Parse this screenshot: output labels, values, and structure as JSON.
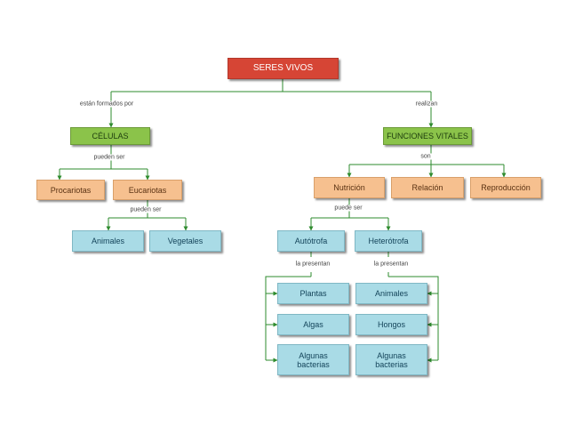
{
  "nodes": {
    "seres_vivos": "SERES VIVOS",
    "celulas": "CÉLULAS",
    "funciones_vitales": "FUNCIONES VITALES",
    "procariotas": "Procariotas",
    "eucariotas": "Eucariotas",
    "animales_cel": "Animales",
    "vegetales": "Vegetales",
    "nutricion": "Nutrición",
    "relacion": "Relación",
    "reproduccion": "Reproducción",
    "autotrofa": "Autótrofa",
    "heterotrofa": "Heterótrofa",
    "plantas": "Plantas",
    "algas": "Algas",
    "algunas_bacterias_auto": "Algunas bacterias",
    "animales_het": "Animales",
    "hongos": "Hongos",
    "algunas_bacterias_het": "Algunas bacterias"
  },
  "links": {
    "estan_formados_por": "están formados por",
    "realizan": "realizan",
    "pueden_ser_celulas": "pueden ser",
    "son": "son",
    "pueden_ser_eucariotas": "pueden ser",
    "puede_ser": "puede ser",
    "la_presentan_auto": "la presentan",
    "la_presentan_het": "la presentan"
  },
  "colors": {
    "connector": "#2e8b2e",
    "root": "#d64535",
    "level1": "#8bc34a",
    "level2": "#f6c08f",
    "level3": "#a9dbe6"
  }
}
